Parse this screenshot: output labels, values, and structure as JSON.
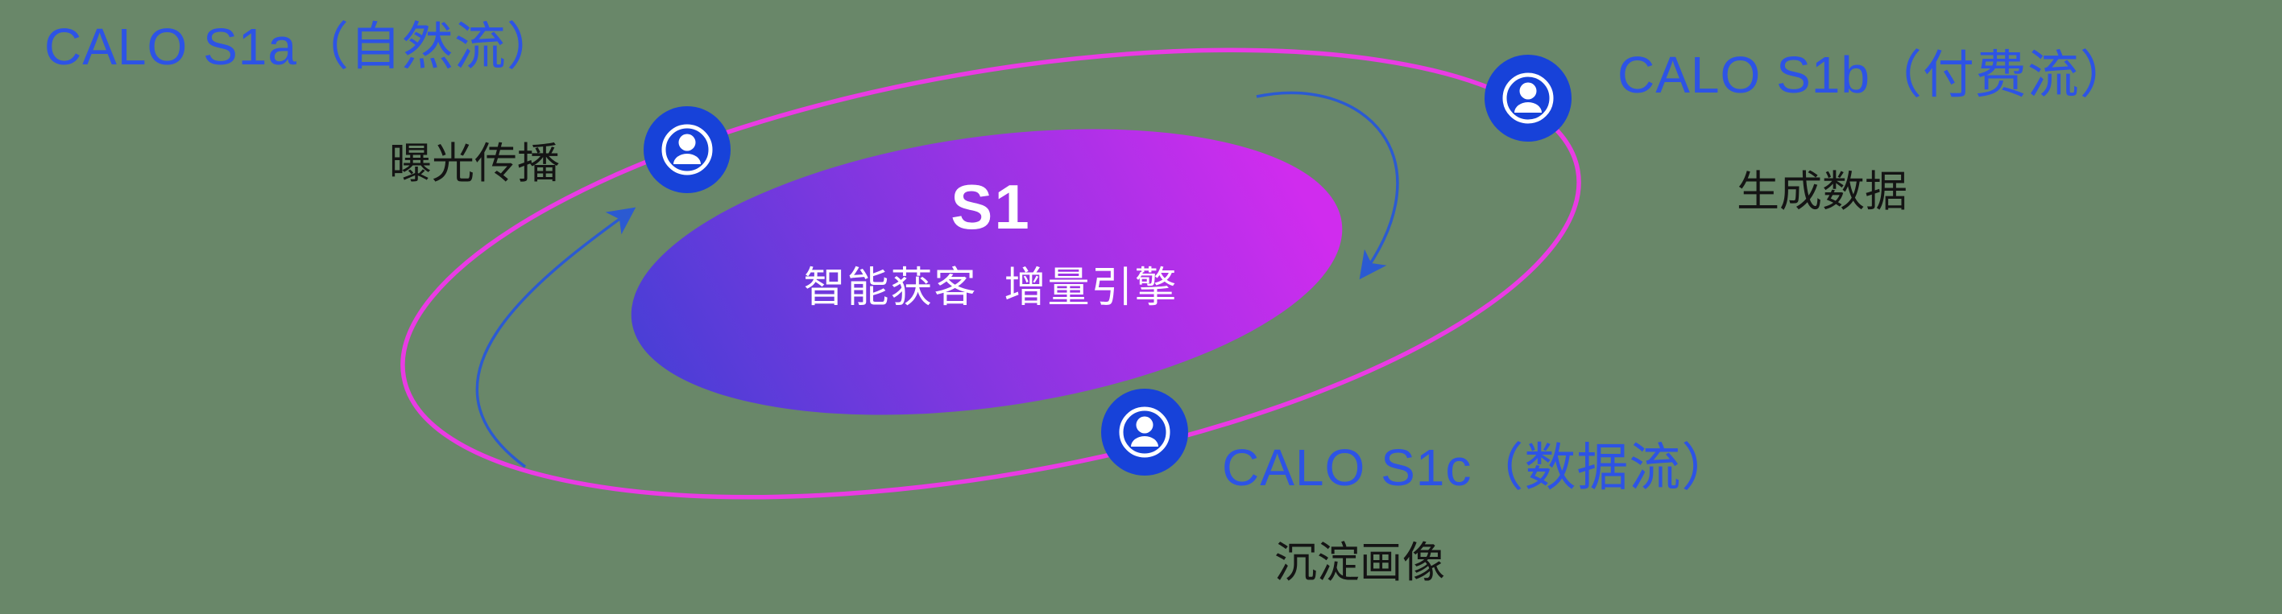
{
  "title": "S1 growth engine orbit diagram",
  "background_color": "#698769",
  "colors": {
    "label_blue": "#2d53e5",
    "subtitle_dark": "#141414",
    "orbit_magenta": "#ea3be4",
    "icon_blue": "#1742d9",
    "icon_glyph_white": "#ffffff",
    "arrow_blue": "#2b5ad2",
    "gradient_blue": "#4a3ed6",
    "gradient_magenta": "#d02cee",
    "core_text_white": "#ffffff"
  },
  "center": {
    "title": "S1",
    "subtitle": "智能获客  增量引擎"
  },
  "nodes": [
    {
      "id": "s1a",
      "label": "CALO S1a（自然流）",
      "sublabel": "曝光传播",
      "icon": "user-icon"
    },
    {
      "id": "s1b",
      "label": "CALO S1b（付费流）",
      "sublabel": "生成数据",
      "icon": "user-icon"
    },
    {
      "id": "s1c",
      "label": "CALO S1c（数据流）",
      "sublabel": "沉淀画像",
      "icon": "user-icon"
    }
  ]
}
